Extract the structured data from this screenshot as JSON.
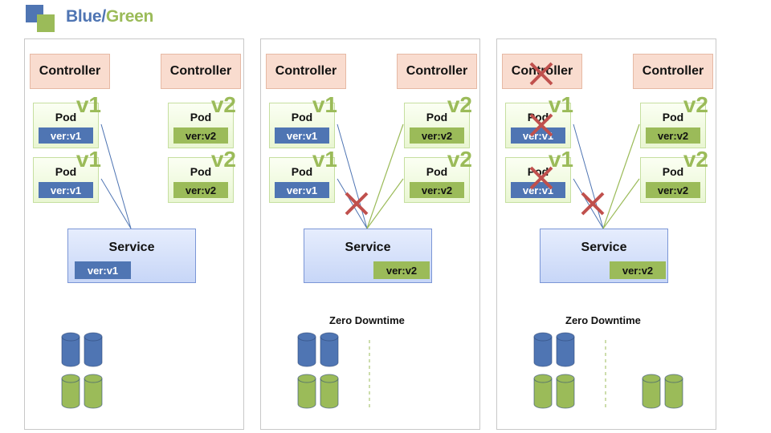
{
  "header": {
    "title_blue": "Blue",
    "title_slash": "/",
    "title_green": "Green"
  },
  "labels": {
    "controller": "Controller",
    "pod": "Pod",
    "service": "Service",
    "ver_v1": "ver:v1",
    "ver_v2": "ver:v2",
    "tag_v1": "v1",
    "tag_v2": "v2",
    "zero_downtime": "Zero Downtime"
  },
  "colors": {
    "blue": "#4f75b3",
    "green": "#9bbb59",
    "cross": "#c0504d",
    "controller_bg": "#f9dccf"
  },
  "panels": [
    {
      "service_version": "ver:v1",
      "v1_removed": false,
      "traffic": "v1",
      "zero_downtime": false
    },
    {
      "service_version": "ver:v2",
      "v1_removed": false,
      "traffic": "v2",
      "zero_downtime": true
    },
    {
      "service_version": "ver:v2",
      "v1_removed": true,
      "traffic": "v2",
      "zero_downtime": true
    }
  ]
}
